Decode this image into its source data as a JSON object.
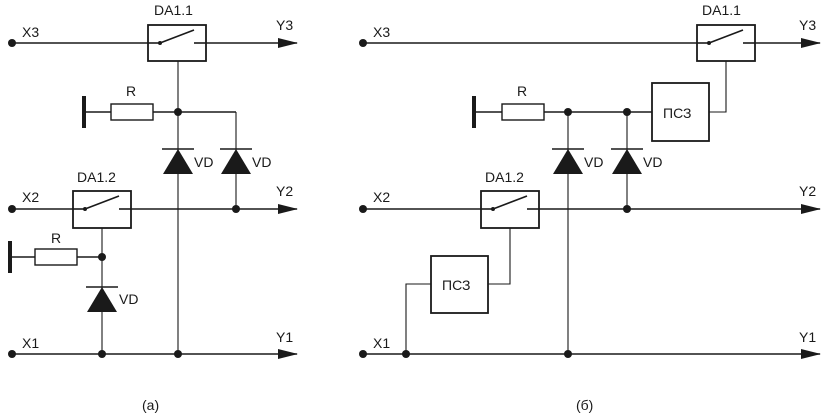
{
  "colors": {
    "line": "#1a1a1a",
    "background": "#ffffff"
  },
  "left": {
    "caption": "(а)",
    "inputs": {
      "x3": "X3",
      "x2": "X2",
      "x1": "X1"
    },
    "outputs": {
      "y3": "Y3",
      "y2": "Y2",
      "y1": "Y1"
    },
    "switch_top": "DA1.1",
    "switch_mid": "DA1.2",
    "resistor_top": "R",
    "resistor_mid": "R",
    "diode_a": "VD",
    "diode_b": "VD",
    "diode_c": "VD"
  },
  "right": {
    "caption": "(б)",
    "inputs": {
      "x3": "X3",
      "x2": "X2",
      "x1": "X1"
    },
    "outputs": {
      "y3": "Y3",
      "y2": "Y2",
      "y1": "Y1"
    },
    "switch_top": "DA1.1",
    "switch_mid": "DA1.2",
    "resistor_top": "R",
    "diode_a": "VD",
    "diode_b": "VD",
    "block_top": "ПСЗ",
    "block_mid": "ПСЗ"
  }
}
